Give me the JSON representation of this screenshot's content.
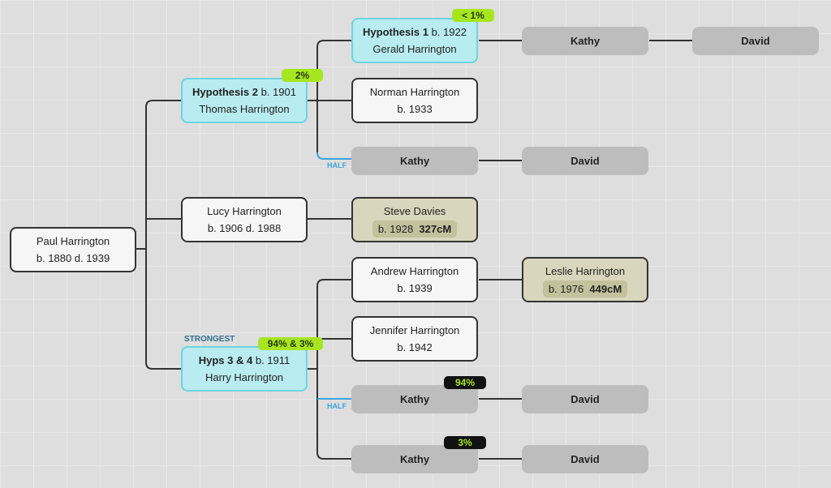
{
  "nodes": {
    "paul": {
      "name": "Paul Harrington",
      "dates": "b. 1880 d. 1939"
    },
    "hyp2": {
      "title": "Hypothesis 2",
      "born": "b. 1901",
      "name": "Thomas Harrington",
      "badge": "2%"
    },
    "lucy": {
      "name": "Lucy Harrington",
      "dates": "b. 1906 d. 1988"
    },
    "hyp34": {
      "title": "Hyps 3 & 4",
      "born": "b. 1911",
      "name": "Harry Harrington",
      "badge": "94% & 3%",
      "label": "STRONGEST"
    },
    "hyp1": {
      "title": "Hypothesis 1",
      "born": "b. 1922",
      "name": "Gerald Harrington",
      "badge": "< 1%"
    },
    "norman": {
      "name": "Norman Harrington",
      "dates": "b. 1933"
    },
    "kathy_half1": {
      "name": "Kathy",
      "label": "HALF"
    },
    "steve": {
      "name": "Steve Davies",
      "born": "b. 1928",
      "cm": "327cM"
    },
    "andrew": {
      "name": "Andrew Harrington",
      "dates": "b. 1939"
    },
    "jennifer": {
      "name": "Jennifer Harrington",
      "dates": "b. 1942"
    },
    "kathy_half2": {
      "name": "Kathy",
      "label": "HALF",
      "badge": "94%"
    },
    "kathy_full2": {
      "name": "Kathy",
      "badge": "3%"
    },
    "kathy_h1": {
      "name": "Kathy"
    },
    "david_1": {
      "name": "David"
    },
    "david_2": {
      "name": "David"
    },
    "leslie": {
      "name": "Leslie Harrington",
      "born": "b. 1976",
      "cm": "449cM"
    },
    "david_3": {
      "name": "David"
    },
    "david_4": {
      "name": "David"
    }
  },
  "colors": {
    "hypothesis": "#b8ecf1",
    "badge": "#a6e61f",
    "half": "#3ba3dc",
    "match": "#d8d6bc"
  }
}
